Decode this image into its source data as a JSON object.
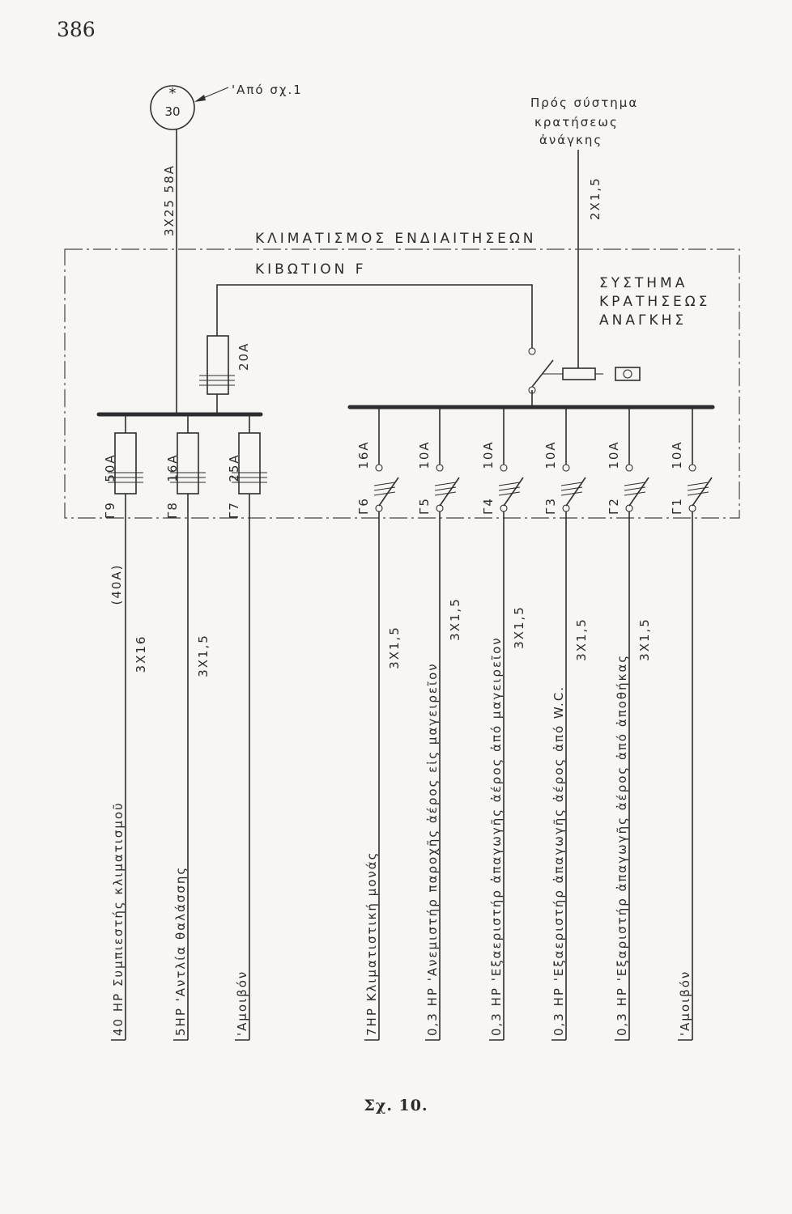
{
  "page_number": "386",
  "figure_caption": "Σχ. 10.",
  "source": {
    "circle_label": "30",
    "asterisk": "*",
    "from_label": "'Από σχ.1",
    "feeder_cable": "3X25 58A"
  },
  "emergency": {
    "to_label_lines": [
      "Πρός σύστημα",
      "κρατήσεως",
      "ἀνάγκης"
    ],
    "cable": "2X1,5",
    "system_lines": [
      "ΣΥΣΤΗΜΑ",
      "ΚΡΑΤΗΣΕΩΣ",
      "ΑΝΑΓΚΗΣ"
    ]
  },
  "panel": {
    "title": "ΚΛΙΜΑΤΙΣΜΟΣ ΕΝΔΙΑΙΤΗΣΕΩΝ",
    "box_label": "ΚΙΒΩΤΙΟΝ F",
    "branch_fuse": "20A"
  },
  "loads": [
    {
      "id": "Γ9",
      "rating": "50A",
      "cable": "3X16",
      "note": "(40A)",
      "label": "40 HP Συμπιεστής κλιματισμοῦ"
    },
    {
      "id": "Γ8",
      "rating": "16A",
      "cable": "3X1,5",
      "label": "5HP 'Αντλία θαλάσσης"
    },
    {
      "id": "Γ7",
      "rating": "25A",
      "label": "'Αμοιβόν"
    },
    {
      "id": "Γ6",
      "rating": "16A",
      "cable": "3X1,5",
      "label": "7HP Κλιματιστική μονάς"
    },
    {
      "id": "Γ5",
      "rating": "10A",
      "cable": "3X1,5",
      "label": "0,3 HP 'Ανεμιστήρ παροχῆς ἀέρος εἰς μαγειρεῖον"
    },
    {
      "id": "Γ4",
      "rating": "10A",
      "cable": "3X1,5",
      "label": "0,3 HP 'Εξαεριστήρ ἀπαγωγῆς ἀέρος ἀπό μαγειρεῖον"
    },
    {
      "id": "Γ3",
      "rating": "10A",
      "cable": "3X1,5",
      "label": "0,3 HP 'Εξαεριστήρ ἀπαγωγῆς ἀέρος ἀπό W.C."
    },
    {
      "id": "Γ2",
      "rating": "10A",
      "cable": "3X1,5",
      "label": "0,3 HP 'Εξαριστήρ ἀπαγωγῆς ἀέρος ἀπό ἀποθήκας"
    },
    {
      "id": "Γ1",
      "rating": "10A",
      "label": "'Αμοιβόν"
    }
  ]
}
